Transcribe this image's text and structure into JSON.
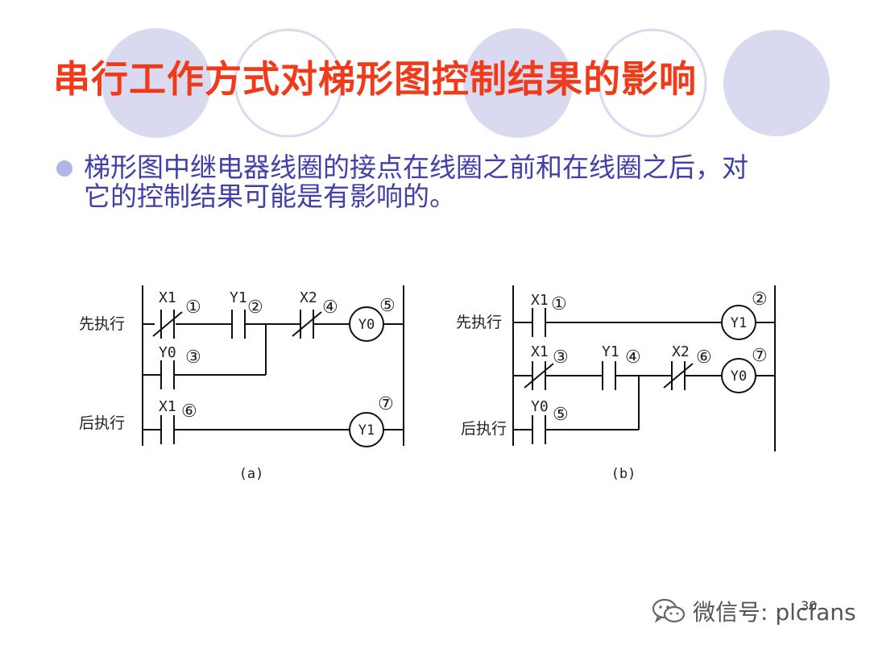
{
  "slide": {
    "title": "串行工作方式对梯形图控制结果的影响",
    "bullet": {
      "line1": "梯形图中继电器线圈的接点在线圈之前和在线圈之后，对",
      "line2": "它的控制结果可能是有影响的。"
    },
    "page_number": "30",
    "colors": {
      "title": "#f03b1a",
      "bullet_text": "#4040a8",
      "bubble": "#d9d9f0",
      "bullet_dot": "#b3b3e6"
    }
  },
  "diagram_a": {
    "caption": "(a)",
    "labels": {
      "first": "先执行",
      "later": "后执行"
    },
    "contacts": [
      {
        "name": "X1",
        "num": "①"
      },
      {
        "name": "Y1",
        "num": "②"
      },
      {
        "name": "X2",
        "num": "④"
      },
      {
        "name": "Y0",
        "num": "③"
      },
      {
        "name": "X1",
        "num": "⑥"
      }
    ],
    "coils": [
      {
        "name": "Y0",
        "num": "⑤"
      },
      {
        "name": "Y1",
        "num": "⑦"
      }
    ]
  },
  "diagram_b": {
    "caption": "(b)",
    "labels": {
      "first": "先执行",
      "later": "后执行"
    },
    "contacts": [
      {
        "name": "X1",
        "num": "①"
      },
      {
        "name": "X1",
        "num": "③"
      },
      {
        "name": "Y1",
        "num": "④"
      },
      {
        "name": "X2",
        "num": "⑥"
      },
      {
        "name": "Y0",
        "num": "⑤"
      }
    ],
    "coils": [
      {
        "name": "Y1",
        "num": "②"
      },
      {
        "name": "Y0",
        "num": "⑦"
      }
    ]
  },
  "watermark": {
    "text": "微信号: plcfans",
    "icon": "wechat-icon"
  }
}
